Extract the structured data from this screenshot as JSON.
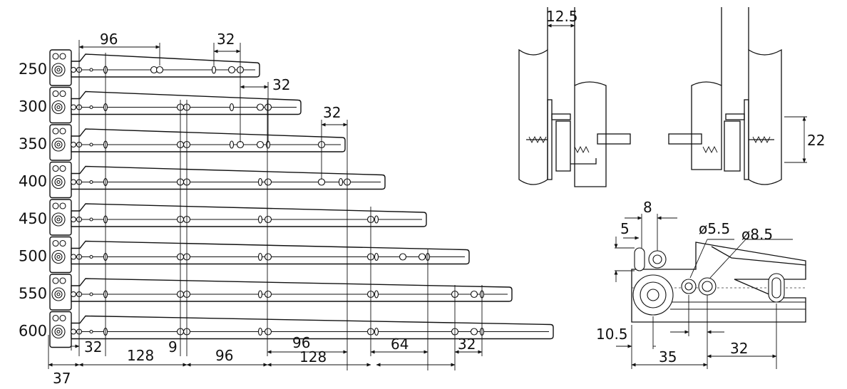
{
  "rails": {
    "sizes": [
      "250",
      "300",
      "350",
      "400",
      "450",
      "500",
      "550",
      "600"
    ]
  },
  "top_dimensions": {
    "d96": "96",
    "d32a": "32",
    "d32b": "32",
    "d32c": "32"
  },
  "bottom_dimensions": {
    "d37": "37",
    "d32": "32",
    "d128": "128",
    "d9": "9",
    "d96": "96",
    "d96b": "96",
    "d128b": "128",
    "d64": "64",
    "d32b": "32"
  },
  "section_view": {
    "gap": "12.5",
    "height": "22"
  },
  "detail_view": {
    "d8": "8",
    "d5": "5",
    "hole_small": "ø5.5",
    "hole_large": "ø8.5",
    "d10_5": "10.5",
    "d35": "35",
    "d32": "32"
  }
}
